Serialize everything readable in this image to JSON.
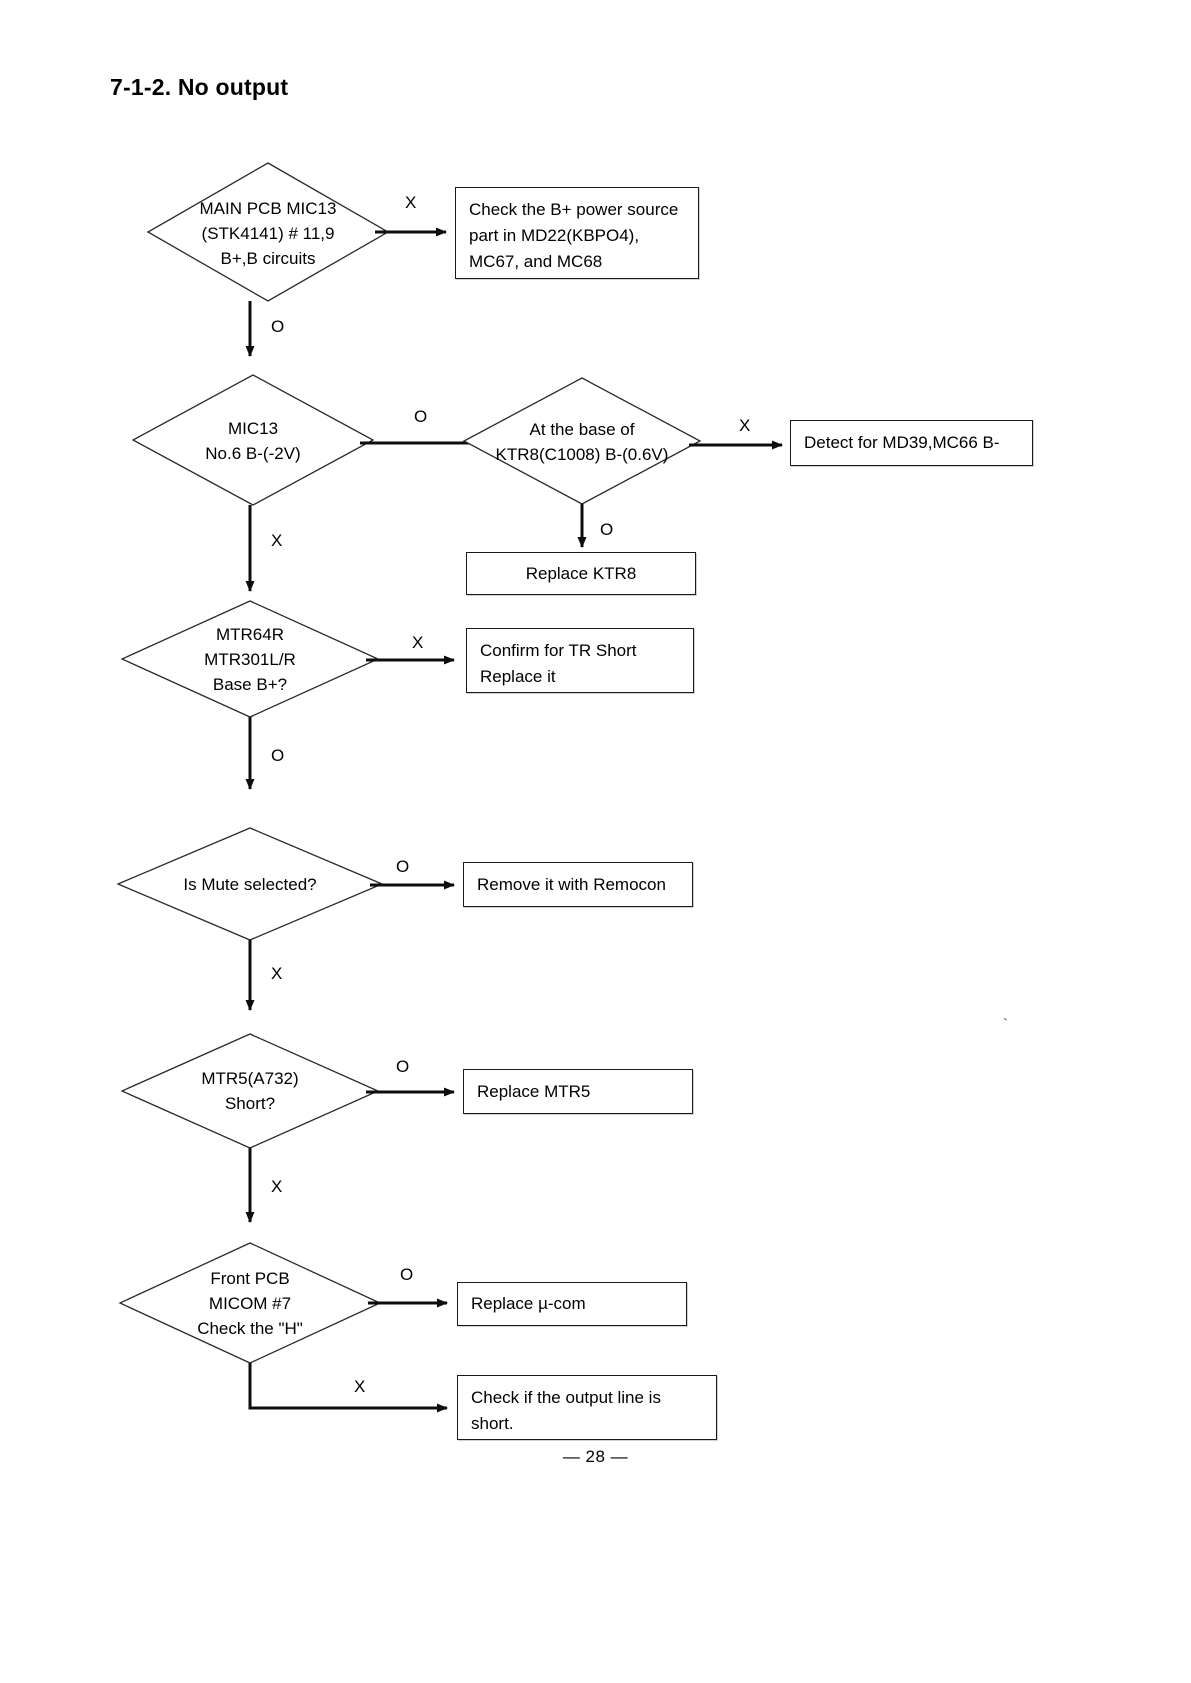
{
  "page": {
    "title": "7-1-2. No output",
    "page_number": "— 28 —"
  },
  "flowchart": {
    "type": "troubleshooting-flowchart",
    "decisions": [
      {
        "id": "d1",
        "text": "MAIN PCB MIC13\n(STK4141) # 11,9\nB+,B circuits",
        "branch_right_label": "X",
        "branch_down_label": "O"
      },
      {
        "id": "d2",
        "text": "MIC13\nNo.6 B-(-2V)",
        "branch_right_label": "O",
        "branch_down_label": "X"
      },
      {
        "id": "d3",
        "text": "At the base of\nKTR8(C1008) B-(0.6V)",
        "branch_right_label": "X",
        "branch_down_label": "O"
      },
      {
        "id": "d4",
        "text": "MTR64R\nMTR301L/R\nBase  B+?",
        "branch_right_label": "X",
        "branch_down_label": "O"
      },
      {
        "id": "d5",
        "text": "Is Mute selected?",
        "branch_right_label": "O",
        "branch_down_label": "X"
      },
      {
        "id": "d6",
        "text": "MTR5(A732)\nShort?",
        "branch_right_label": "O",
        "branch_down_label": "X"
      },
      {
        "id": "d7",
        "text": "Front PCB\nMICOM #7\nCheck the \"H\"",
        "branch_right_label": "O",
        "branch_down_label": "X"
      }
    ],
    "actions": [
      {
        "id": "a1",
        "text": "Check the B+ power source\npart in MD22(KBPO4),\nMC67, and MC68"
      },
      {
        "id": "a2",
        "text": "Detect for MD39,MC66 B-"
      },
      {
        "id": "a3",
        "text": "Replace KTR8"
      },
      {
        "id": "a4",
        "text": "Confirm for TR Short\nReplace it"
      },
      {
        "id": "a5",
        "text": "Remove  it with Remocon"
      },
      {
        "id": "a6",
        "text": "Replace MTR5"
      },
      {
        "id": "a7",
        "text": "Replace  µ-com"
      },
      {
        "id": "a8",
        "text": "Check if the output line is\nshort."
      }
    ],
    "edge_labels": {
      "e1_x": "X",
      "e1_o": "O",
      "e2_o": "O",
      "e2_x": "X",
      "e3_x": "X",
      "e3_o": "O",
      "e4_x": "X",
      "e4_o": "O",
      "e5_o": "O",
      "e5_x": "X",
      "e6_o": "O",
      "e6_x": "X",
      "e7_o": "O",
      "e7_x": "X"
    },
    "colors": {
      "stroke": "#1a1a1a",
      "background": "#ffffff",
      "text": "#000000"
    }
  }
}
